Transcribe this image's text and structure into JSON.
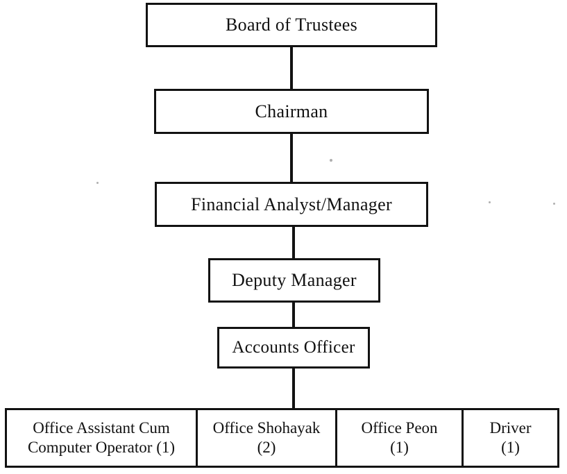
{
  "diagram": {
    "type": "org-chart",
    "background_color": "#ffffff",
    "line_color": "#121212",
    "nodes": [
      {
        "id": "board",
        "label": "Board of Trustees"
      },
      {
        "id": "chairman",
        "label": "Chairman"
      },
      {
        "id": "analyst",
        "label": "Financial Analyst/Manager"
      },
      {
        "id": "deputy",
        "label": "Deputy Manager"
      },
      {
        "id": "accounts",
        "label": "Accounts Officer"
      }
    ],
    "hierarchy": [
      "Board of Trustees > Chairman",
      "Chairman > Financial Analyst/Manager",
      "Financial Analyst/Manager > Deputy Manager",
      "Deputy Manager > Accounts Officer",
      "Accounts Officer > staff row"
    ],
    "staff": [
      {
        "line1": "Office Assistant Cum",
        "line2": "Computer Operator (1)"
      },
      {
        "line1": "Office Shohayak",
        "line2": "(2)"
      },
      {
        "line1": "Office Peon",
        "line2": "(1)"
      },
      {
        "line1": "Driver",
        "line2": "(1)"
      }
    ]
  }
}
